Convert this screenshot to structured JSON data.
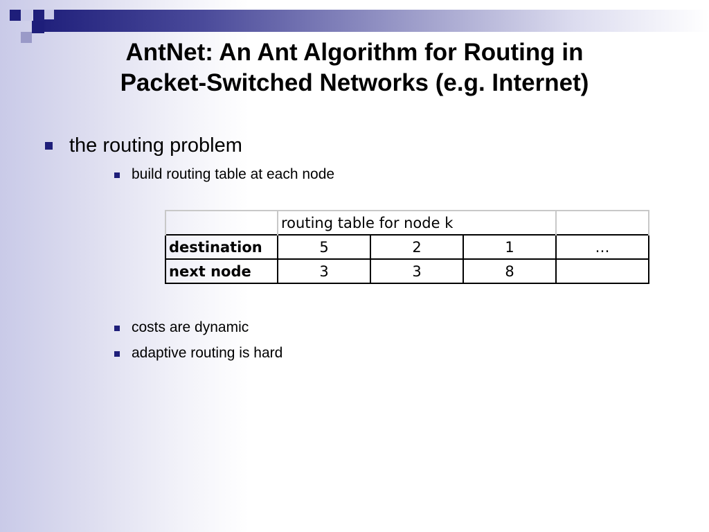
{
  "title": {
    "line1": "AntNet: An Ant Algorithm for Routing in",
    "line2": "Packet-Switched Networks (e.g. Internet)"
  },
  "bullets": {
    "main": "the routing problem",
    "sub1": "build routing table at each node",
    "sub2": "costs are dynamic",
    "sub3": "adaptive routing is hard"
  },
  "table": {
    "header": "routing table for node k",
    "rows": [
      {
        "label": "destination",
        "values": [
          "5",
          "2",
          "1",
          "…"
        ]
      },
      {
        "label": "next node",
        "values": [
          "3",
          "3",
          "8",
          ""
        ]
      }
    ]
  },
  "colors": {
    "accent": "#1e1e7a",
    "accent_light": "#9a9ac8",
    "accent_pale": "#c9cae8"
  }
}
